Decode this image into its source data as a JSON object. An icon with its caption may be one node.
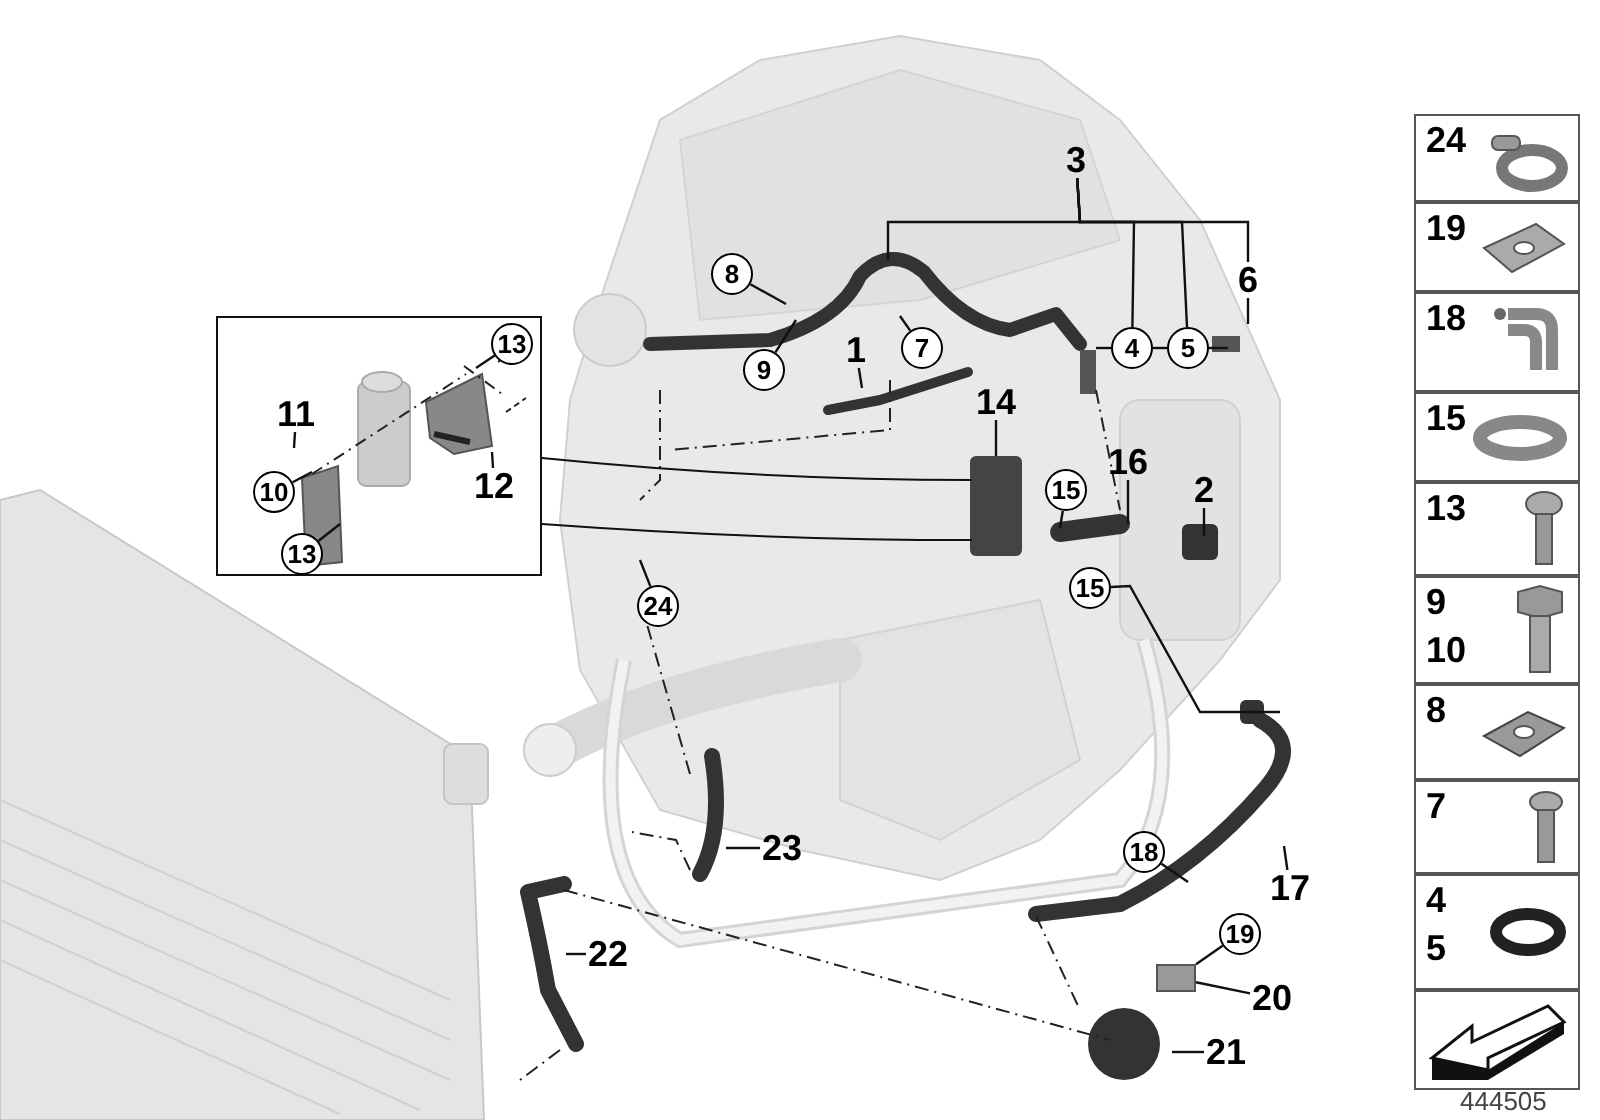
{
  "diagram": {
    "nodes": [
      {
        "text": [
          "3"
        ]
      },
      {
        "text": [
          "6"
        ]
      },
      {
        "text": [
          "8"
        ]
      },
      {
        "text": [
          "7"
        ]
      },
      {
        "text": [
          "4"
        ]
      },
      {
        "text": [
          "5"
        ]
      },
      {
        "text": [
          "9"
        ]
      },
      {
        "text": [
          "1"
        ]
      },
      {
        "text": [
          "14"
        ]
      },
      {
        "text": [],
        "shape": "box"
      },
      {
        "text": [
          "13"
        ],
        "in": 9
      },
      {
        "text": [
          "11"
        ],
        "in": 9
      },
      {
        "text": [
          "12"
        ],
        "in": 9
      },
      {
        "text": [
          "10"
        ],
        "in": 9
      },
      {
        "text": [
          "13"
        ],
        "in": 9
      },
      {
        "text": [
          "16"
        ]
      },
      {
        "text": [
          "15"
        ]
      },
      {
        "text": [
          "2"
        ]
      },
      {
        "text": [
          "15"
        ]
      },
      {
        "text": [
          "24"
        ]
      },
      {
        "text": [
          "23"
        ]
      },
      {
        "text": [
          "18"
        ]
      },
      {
        "text": [
          "17"
        ]
      },
      {
        "text": [
          "19"
        ]
      },
      {
        "text": [
          "22"
        ]
      },
      {
        "text": [
          "20"
        ]
      },
      {
        "text": [
          "21"
        ]
      },
      {
        "text": [
          "24"
        ]
      },
      {
        "text": [
          "19"
        ]
      },
      {
        "text": [
          "18"
        ]
      },
      {
        "text": [
          "15"
        ]
      },
      {
        "text": [
          "13"
        ]
      },
      {
        "text": [
          "9",
          "10"
        ]
      },
      {
        "text": [
          "8"
        ]
      },
      {
        "text": [
          "7"
        ]
      },
      {
        "text": [
          "4",
          "5"
        ]
      },
      {
        "text": [],
        "shape": "box"
      },
      {
        "text": [],
        "shape": "box"
      }
    ],
    "edges": [
      {
        "from": 0,
        "to": null,
        "arrow": "none"
      },
      {
        "from": 0,
        "to": 4,
        "arrow": "none"
      },
      {
        "from": 0,
        "to": 5,
        "arrow": "none"
      },
      {
        "from": 0,
        "to": 1,
        "arrow": "none"
      },
      {
        "from": 1,
        "to": null,
        "arrow": "none"
      },
      {
        "from": 2,
        "to": null,
        "arrow": "none"
      },
      {
        "from": 3,
        "to": null,
        "arrow": "none"
      },
      {
        "from": 4,
        "to": null,
        "arrow": "none"
      },
      {
        "from": 5,
        "to": 4,
        "arrow": "none"
      },
      {
        "from": 5,
        "to": null,
        "arrow": "none"
      },
      {
        "from": 6,
        "to": null,
        "arrow": "none"
      },
      {
        "from": 7,
        "to": null,
        "arrow": "none"
      },
      {
        "from": 8,
        "to": null,
        "arrow": "none"
      },
      {
        "from": 10,
        "to": null,
        "arrow": "none"
      },
      {
        "from": 11,
        "to": null,
        "arrow": "none"
      },
      {
        "from": 12,
        "to": null,
        "arrow": "none"
      },
      {
        "from": 13,
        "to": null,
        "arrow": "none"
      },
      {
        "from": 14,
        "to": null,
        "arrow": "none"
      },
      {
        "from": 15,
        "to": null,
        "arrow": "none"
      },
      {
        "from": 16,
        "to": null,
        "arrow": "none"
      },
      {
        "from": 17,
        "to": null,
        "arrow": "none"
      },
      {
        "from": 18,
        "to": null,
        "arrow": "none"
      },
      {
        "from": 19,
        "to": null,
        "arrow": "none"
      },
      {
        "from": 20,
        "to": null,
        "arrow": "none"
      },
      {
        "from": 21,
        "to": null,
        "arrow": "none"
      },
      {
        "from": 22,
        "to": null,
        "arrow": "none"
      },
      {
        "from": 23,
        "to": 37,
        "arrow": "none"
      },
      {
        "from": 24,
        "to": null,
        "arrow": "none"
      },
      {
        "from": 25,
        "to": 37,
        "arrow": "none"
      },
      {
        "from": 26,
        "to": null,
        "arrow": "none"
      }
    ],
    "labels": [
      "444505"
    ]
  }
}
